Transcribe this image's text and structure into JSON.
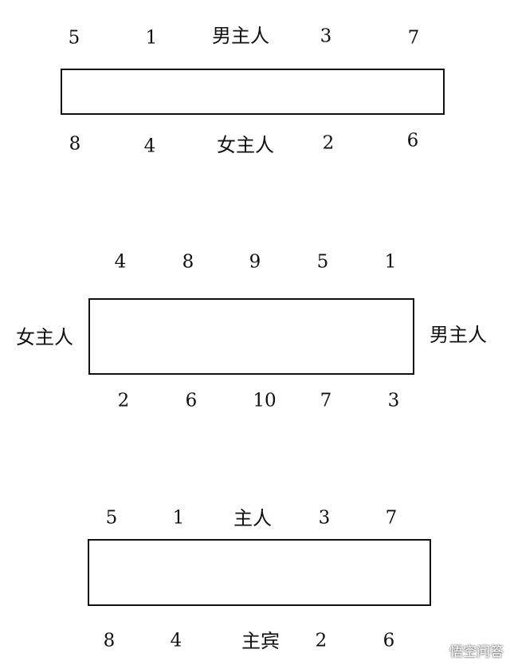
{
  "diagrams": [
    {
      "top_labels": [
        "5",
        "1",
        "男主人",
        "3",
        "7"
      ],
      "bottom_labels": [
        "8",
        "4",
        "女主人",
        "2",
        "6"
      ],
      "left_label": "",
      "right_label": ""
    },
    {
      "top_labels": [
        "4",
        "8",
        "9",
        "5",
        "1"
      ],
      "bottom_labels": [
        "2",
        "6",
        "10",
        "7",
        "3"
      ],
      "left_label": "女主人",
      "right_label": "男主人"
    },
    {
      "top_labels": [
        "5",
        "1",
        "主人",
        "3",
        "7"
      ],
      "bottom_labels": [
        "8",
        "4",
        "主宾",
        "2",
        "6"
      ],
      "left_label": "",
      "right_label": ""
    }
  ],
  "watermark": {
    "text": "悟空问答",
    "icon": "speech-bubbles-icon",
    "color": "#ffffff"
  }
}
